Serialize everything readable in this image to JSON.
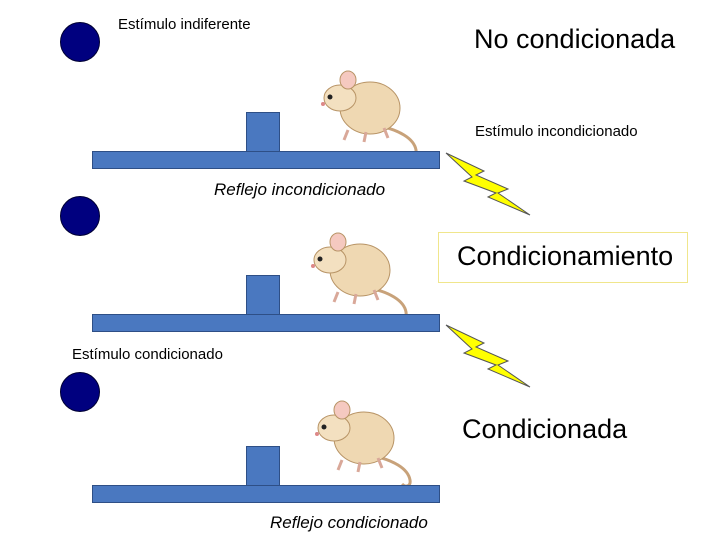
{
  "labels": {
    "stimulus_indifferent": "Estímulo indiferente",
    "unconditioned": "No condicionada",
    "unconditioned_stimulus": "Estímulo incondicionado",
    "unconditioned_reflex": "Reflejo incondicionado",
    "conditioning": "Condicionamiento",
    "conditioned_stimulus": "Estímulo condicionado",
    "conditioned": "Condicionada",
    "conditioned_reflex": "Reflejo condicionado"
  },
  "colors": {
    "light": "#00007f",
    "beam": "#4a78c0",
    "bolt": "#ffff00",
    "box_border": "#f0e68c"
  },
  "icons": {
    "light": "blue-circle-light-icon",
    "rat": "rat-icon",
    "shock": "lightning-bolt-icon"
  }
}
